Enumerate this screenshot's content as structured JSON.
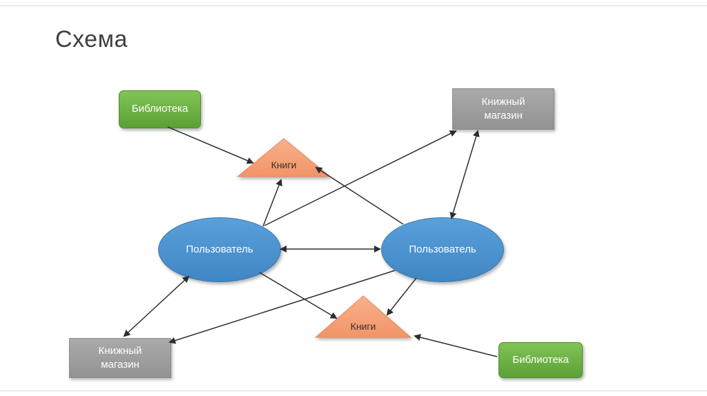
{
  "title": "Схема",
  "colors": {
    "green_fill": "#6cb33e",
    "green_border": "#4e8c2b",
    "gray_fill": "#9d9d9d",
    "gray_border": "#8a8a8a",
    "blue_fill": "#4a94d0",
    "blue_border": "#3a77ac",
    "orange_fill": "#f6a07a",
    "orange_border": "#e08a62",
    "arrow_color": "#2d2d2d",
    "title_color": "#3f3f3f",
    "background": "#ffffff"
  },
  "diagram": {
    "nodes": [
      {
        "id": "library-top-left",
        "label": "Библиотека",
        "shape": "rounded-rect",
        "color": "green"
      },
      {
        "id": "bookstore-top-right",
        "label": "Книжный магазин",
        "shape": "rect",
        "color": "gray"
      },
      {
        "id": "books-top",
        "label": "Книги",
        "shape": "triangle",
        "color": "orange"
      },
      {
        "id": "user-left",
        "label": "Пользователь",
        "shape": "ellipse",
        "color": "blue"
      },
      {
        "id": "user-right",
        "label": "Пользователь",
        "shape": "ellipse",
        "color": "blue"
      },
      {
        "id": "books-bottom",
        "label": "Книги",
        "shape": "triangle",
        "color": "orange"
      },
      {
        "id": "bookstore-bottom-left",
        "label": "Книжный магазин",
        "shape": "rect",
        "color": "gray"
      },
      {
        "id": "library-bottom-right",
        "label": "Библиотека",
        "shape": "rounded-rect",
        "color": "green"
      }
    ],
    "edges": [
      {
        "from": "library-top-left",
        "to": "books-top",
        "bidirectional": false
      },
      {
        "from": "user-left",
        "to": "books-top",
        "bidirectional": false
      },
      {
        "from": "user-left",
        "to": "user-right",
        "bidirectional": true
      },
      {
        "from": "user-left",
        "to": "bookstore-top-right",
        "bidirectional": false
      },
      {
        "from": "user-right",
        "to": "books-top",
        "bidirectional": false
      },
      {
        "from": "user-right",
        "to": "bookstore-top-right",
        "bidirectional": true
      },
      {
        "from": "user-left",
        "to": "bookstore-bottom-left",
        "bidirectional": true
      },
      {
        "from": "user-right",
        "to": "books-bottom",
        "bidirectional": false
      },
      {
        "from": "library-bottom-right",
        "to": "books-bottom",
        "bidirectional": false
      },
      {
        "from": "user-left",
        "to": "books-bottom",
        "bidirectional": false
      },
      {
        "from": "user-right",
        "to": "bookstore-bottom-left",
        "bidirectional": false
      }
    ]
  }
}
